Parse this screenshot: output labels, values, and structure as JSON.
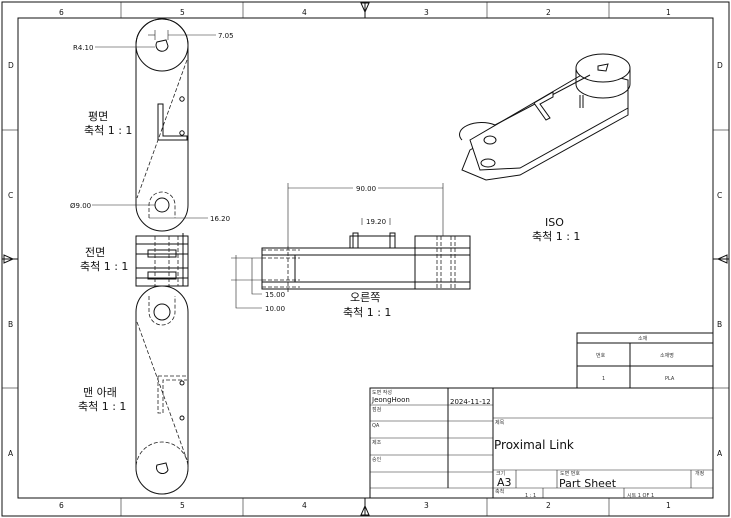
{
  "sheet": {
    "zones_top": [
      "6",
      "5",
      "4",
      "3",
      "2",
      "1"
    ],
    "zones_side": [
      "D",
      "C",
      "B",
      "A"
    ]
  },
  "views": {
    "top": {
      "name": "평면",
      "scale": "축척 1 : 1"
    },
    "front": {
      "name": "전면",
      "scale": "축척 1 : 1"
    },
    "bottom": {
      "name": "맨 아래",
      "scale": "축척 1 : 1"
    },
    "right": {
      "name": "오른쪽",
      "scale": "축척 1 : 1"
    },
    "iso": {
      "name": "ISO",
      "scale": "축척 1 : 1"
    }
  },
  "dimensions": {
    "radius": "R4.10",
    "width_top": "7.05",
    "hole_dia": "Ø9.00",
    "width_bottom": "16.20",
    "length": "90.00",
    "spacing": "19.20",
    "height_outer": "15.00",
    "height_inner": "10.00"
  },
  "parts_list": {
    "title": "소재",
    "headers": [
      "번호",
      "소재명"
    ],
    "rows": [
      [
        "1",
        "PLA"
      ]
    ]
  },
  "title_block": {
    "drawn_by_label": "도면 작성",
    "drawn_by": "JeongHoon",
    "date": "2024-11-12",
    "checked_label": "점검",
    "qa_label": "QA",
    "mfg_label": "제조",
    "approved_label": "승인",
    "title_label": "제목",
    "title": "Proximal Link",
    "size_label": "크기",
    "size": "A3",
    "dwg_no_label": "도면 번호",
    "dwg_no": "Part Sheet",
    "rev_label": "개정",
    "scale_label": "축척",
    "scale": "1 : 1",
    "sheet": "시트 1  OF 1"
  }
}
